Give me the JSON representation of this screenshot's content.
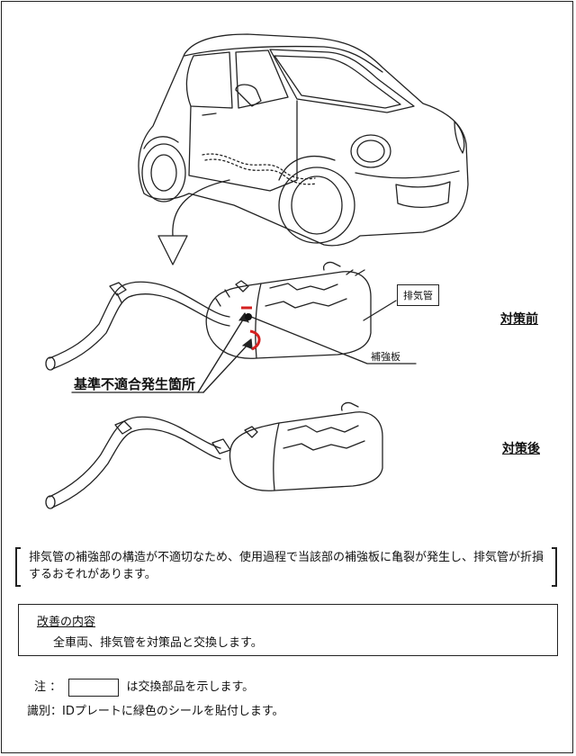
{
  "labels": {
    "before": "対策前",
    "after": "対策後",
    "exhaust_pipe": "排気管",
    "reinforcement_plate": "補強板",
    "defect_location": "基準不適合発生箇所"
  },
  "description": "排気管の補強部の構造が不適切なため、使用過程で当該部の補強板に亀裂が発生し、排気管が折損するおそれがあります。",
  "improvement": {
    "title": "改善の内容",
    "body": "全車両、排気管を対策品と交換します。"
  },
  "notes": {
    "note_label": "注",
    "note_colon": "：",
    "note_text": "は交換部品を示します。",
    "id_label": "識別：",
    "id_text": "IDプレートに緑色のシールを貼付します。"
  },
  "colors": {
    "defect_mark": "#d42020",
    "line": "#222222"
  }
}
